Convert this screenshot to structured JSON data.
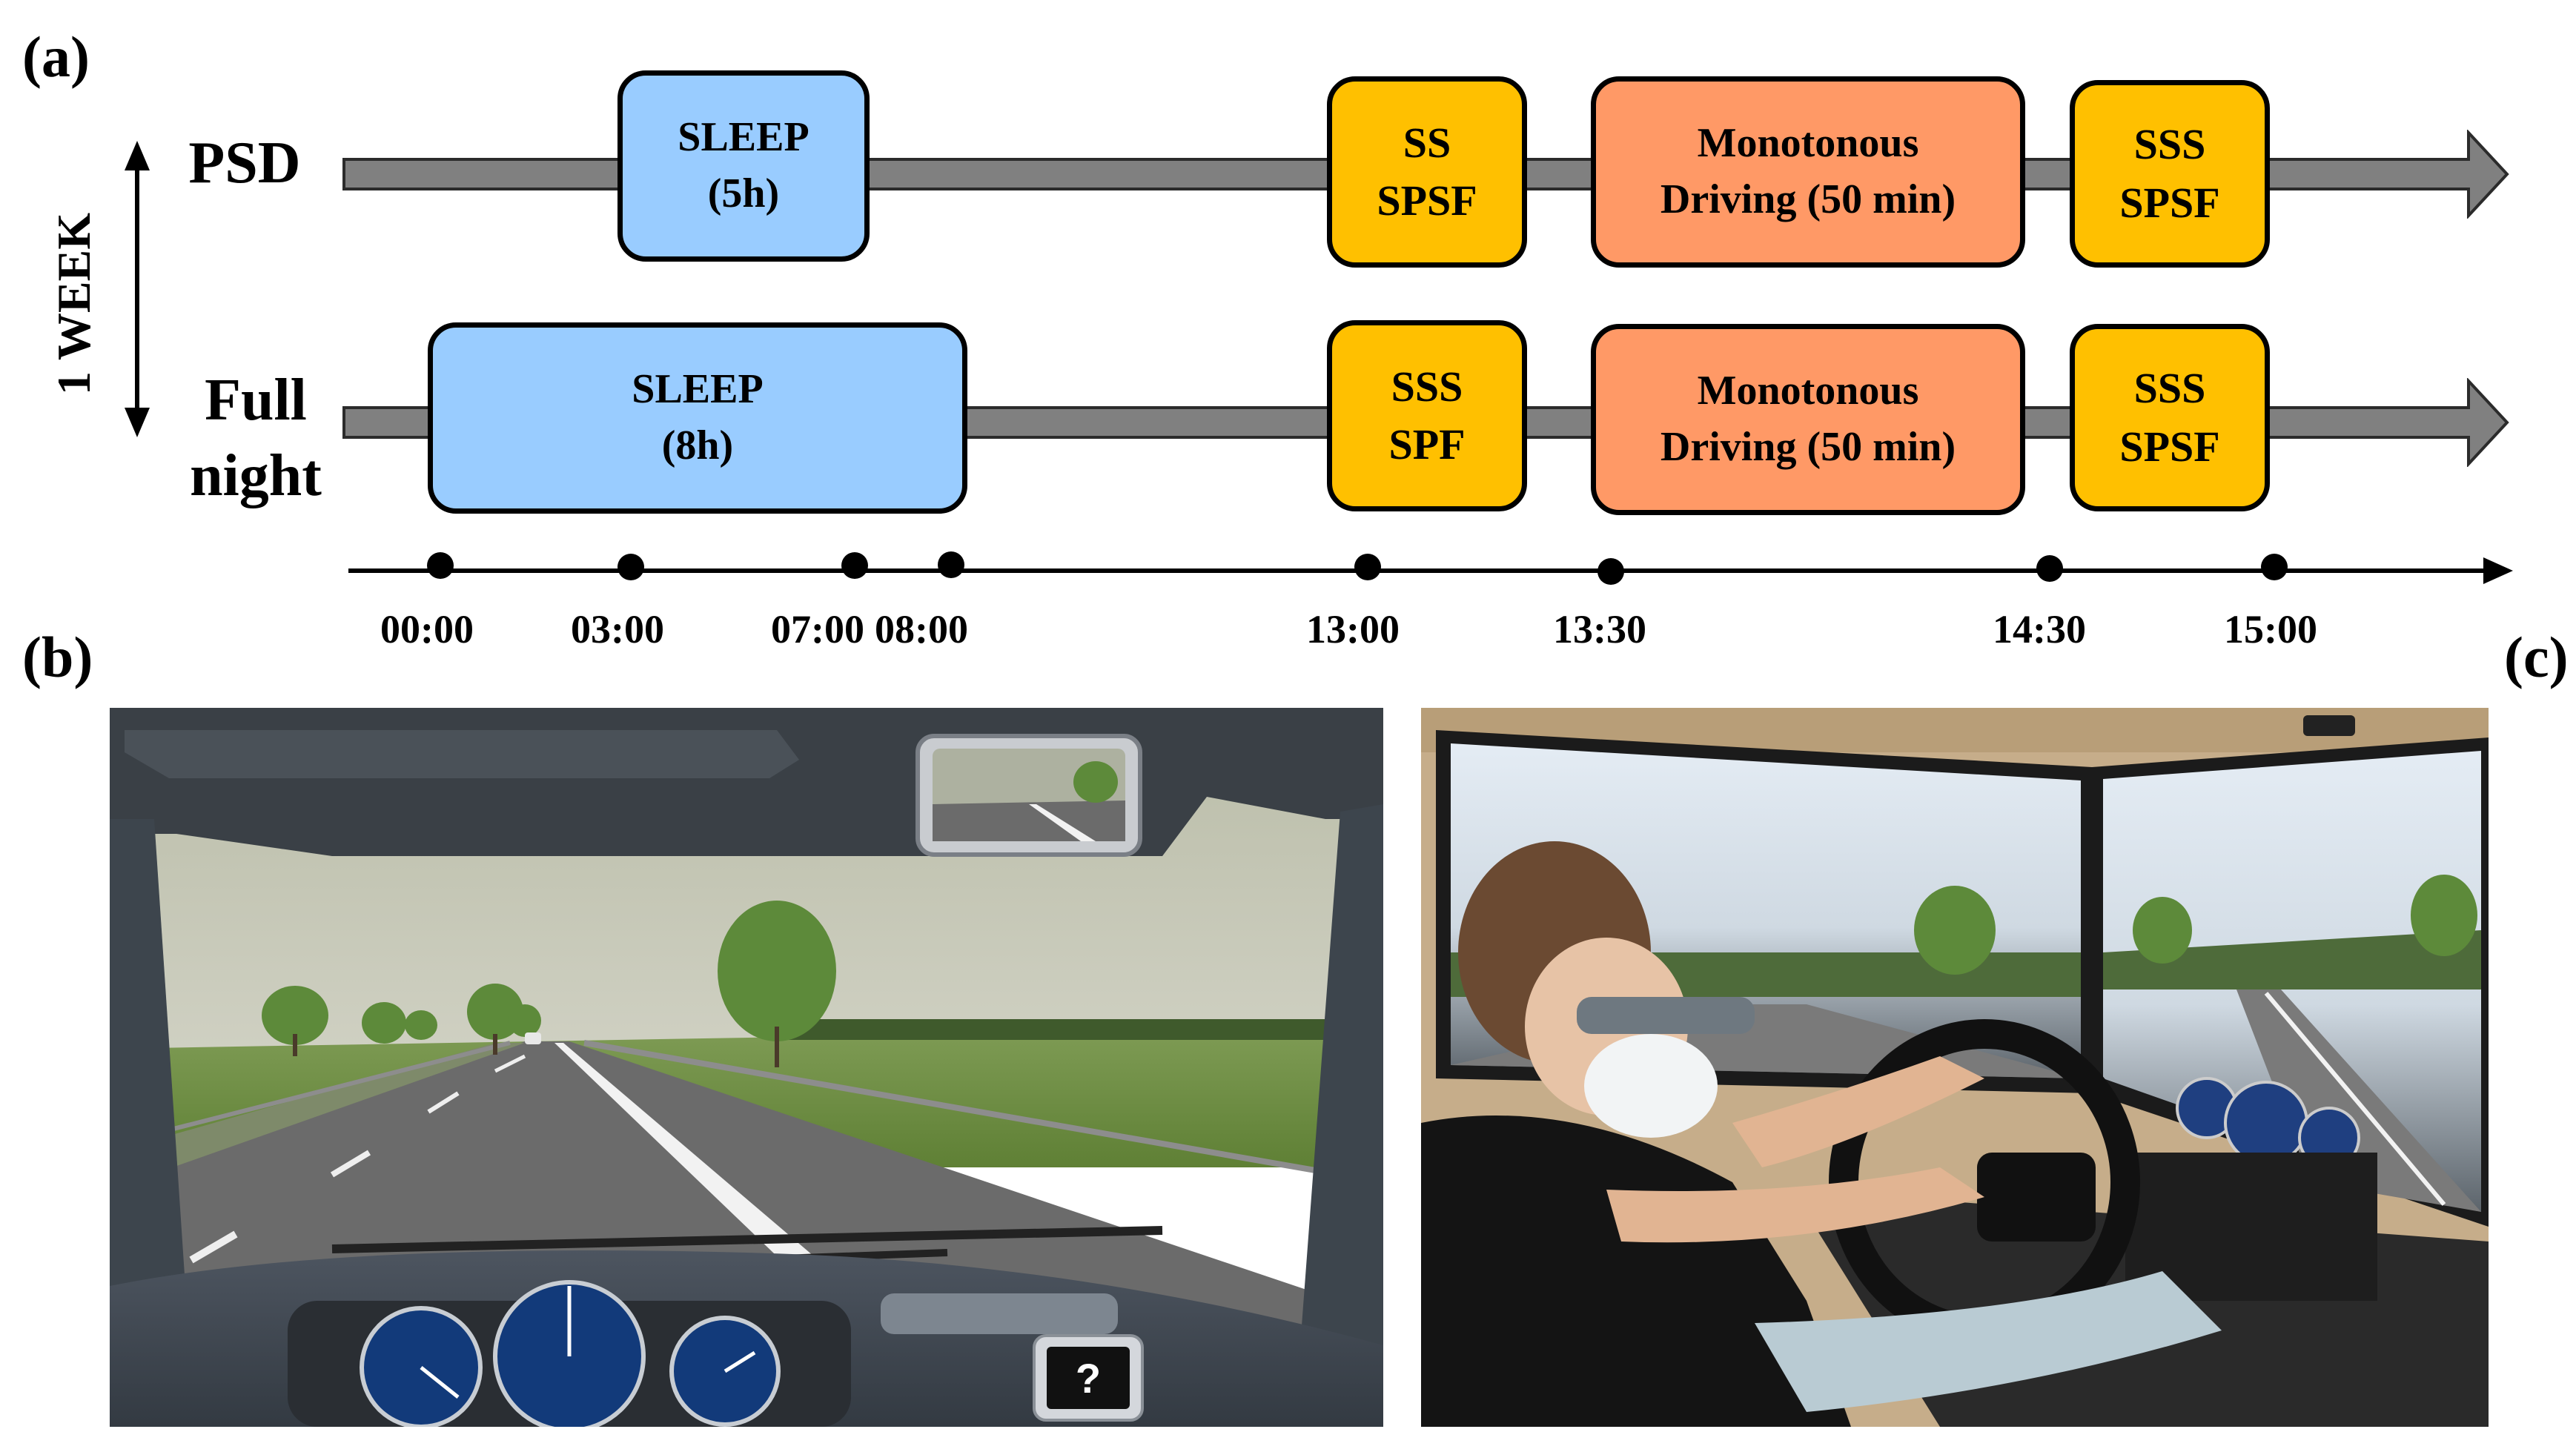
{
  "panels": {
    "a": "(a)",
    "b": "(b)",
    "c": "(c)"
  },
  "side_label": "1 WEEK",
  "rows": {
    "psd": {
      "label": "PSD",
      "sleep": [
        "SLEEP",
        "(5h)"
      ],
      "pre": [
        "SS",
        "SPSF"
      ],
      "driving": [
        "Monotonous",
        "Driving (50 min)"
      ],
      "post": [
        "SSS",
        "SPSF"
      ]
    },
    "full": {
      "label_line1": "Full",
      "label_line2": "night",
      "sleep": [
        "SLEEP",
        "(8h)"
      ],
      "pre": [
        "SSS",
        "SPF"
      ],
      "driving": [
        "Monotonous",
        "Driving (50 min)"
      ],
      "post": [
        "SSS",
        "SPSF"
      ]
    }
  },
  "timeline": {
    "ticks": [
      "00:00",
      "03:00",
      "07:00",
      "08:00",
      "13:00",
      "13:30",
      "14:30",
      "15:00"
    ]
  },
  "simulator_view": {
    "help_button": "?"
  },
  "colors": {
    "sleep": "#99ccff",
    "questionnaire": "#ffc000",
    "driving": "#ff9966",
    "arrow": "#808080"
  }
}
